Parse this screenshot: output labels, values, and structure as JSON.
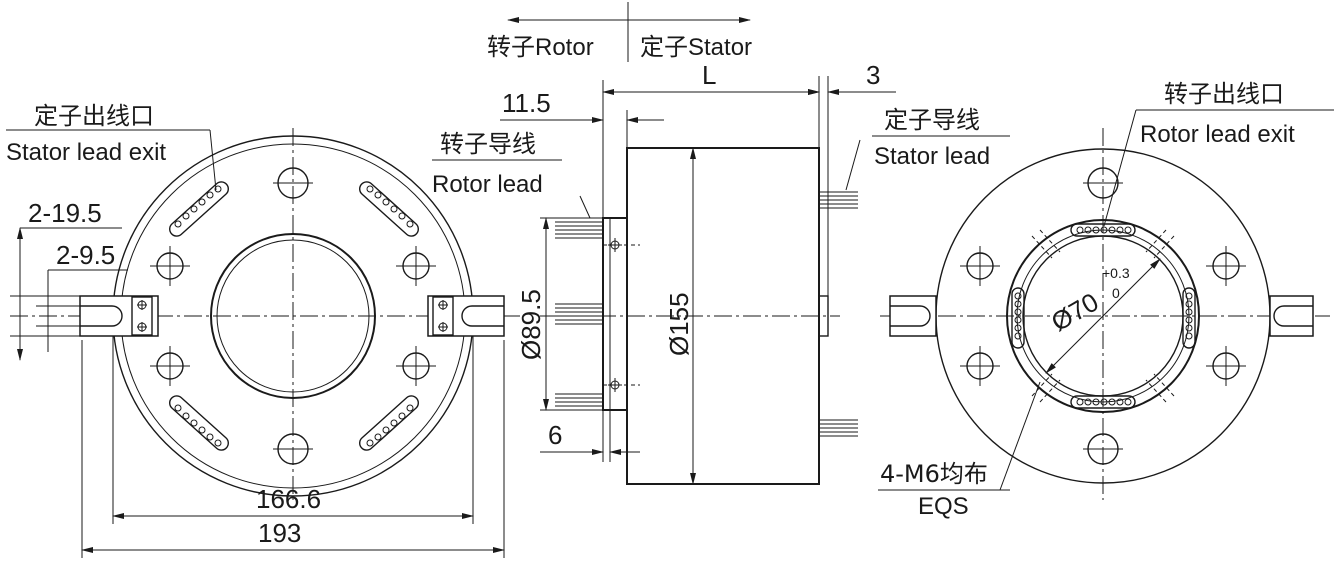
{
  "header": {
    "rotor_label": "转子Rotor",
    "stator_label": "定子Stator"
  },
  "left_view": {
    "stator_exit_cn": "定子出线口",
    "stator_exit_en": "Stator lead exit",
    "dim_2_19_5": "2-19.5",
    "dim_2_9_5": "2-9.5",
    "dim_166_6": "166.6",
    "dim_193": "193"
  },
  "side_view": {
    "dim_L": "L",
    "dim_3": "3",
    "dim_11_5": "11.5",
    "rotor_lead_cn": "转子导线",
    "rotor_lead_en": "Rotor lead",
    "stator_lead_cn": "定子导线",
    "stator_lead_en": "Stator lead",
    "dim_d89_5": "Ø89.5",
    "dim_d155": "Ø155",
    "dim_6": "6"
  },
  "right_view": {
    "rotor_exit_cn": "转子出线口",
    "rotor_exit_en": "Rotor lead exit",
    "bore": "Ø70",
    "tol_upper": "+0.3",
    "tol_lower": "0",
    "holes_cn": "4-M6均布",
    "holes_en": "EQS"
  }
}
